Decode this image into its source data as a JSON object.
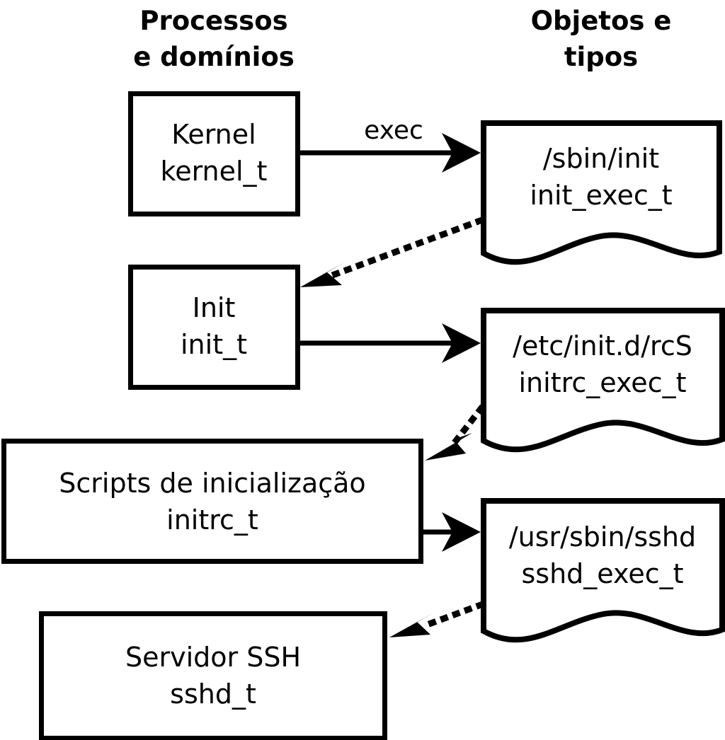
{
  "diagram": {
    "title": "SELinux domain transition diagram",
    "columns": [
      {
        "id": "processes",
        "label_line1": "Processos",
        "label_line2": "e domínios"
      },
      {
        "id": "objects",
        "label_line1": "Objetos e",
        "label_line2": "tipos"
      }
    ],
    "colors": {
      "stroke": "#000000",
      "fill": "#ffffff",
      "background": "#ffffff"
    },
    "process_nodes": [
      {
        "id": "kernel",
        "line1": "Kernel",
        "line2": "kernel_t"
      },
      {
        "id": "init",
        "line1": "Init",
        "line2": "init_t"
      },
      {
        "id": "initrc",
        "line1": "Scripts de inicialização",
        "line2": "initrc_t"
      },
      {
        "id": "sshd",
        "line1": "Servidor SSH",
        "line2": "sshd_t"
      }
    ],
    "object_nodes": [
      {
        "id": "init_exec",
        "line1": "/sbin/init",
        "line2": "init_exec_t"
      },
      {
        "id": "initrc_exec",
        "line1": "/etc/init.d/rcS",
        "line2": "initrc_exec_t"
      },
      {
        "id": "sshd_exec",
        "line1": "/usr/sbin/sshd",
        "line2": "sshd_exec_t"
      }
    ],
    "edges": [
      {
        "id": "kernel-exec-init_exec",
        "from": "kernel",
        "to": "init_exec",
        "style": "solid",
        "label": "exec"
      },
      {
        "id": "init_exec-transition-init",
        "from": "init_exec",
        "to": "init",
        "style": "dotted",
        "label": ""
      },
      {
        "id": "init-exec-initrc_exec",
        "from": "init",
        "to": "initrc_exec",
        "style": "solid",
        "label": ""
      },
      {
        "id": "initrc_exec-transition-initrc",
        "from": "initrc_exec",
        "to": "initrc",
        "style": "dotted",
        "label": ""
      },
      {
        "id": "initrc-exec-sshd_exec",
        "from": "initrc",
        "to": "sshd_exec",
        "style": "solid",
        "label": ""
      },
      {
        "id": "sshd_exec-transition-sshd",
        "from": "sshd_exec",
        "to": "sshd",
        "style": "dotted",
        "label": ""
      }
    ]
  }
}
